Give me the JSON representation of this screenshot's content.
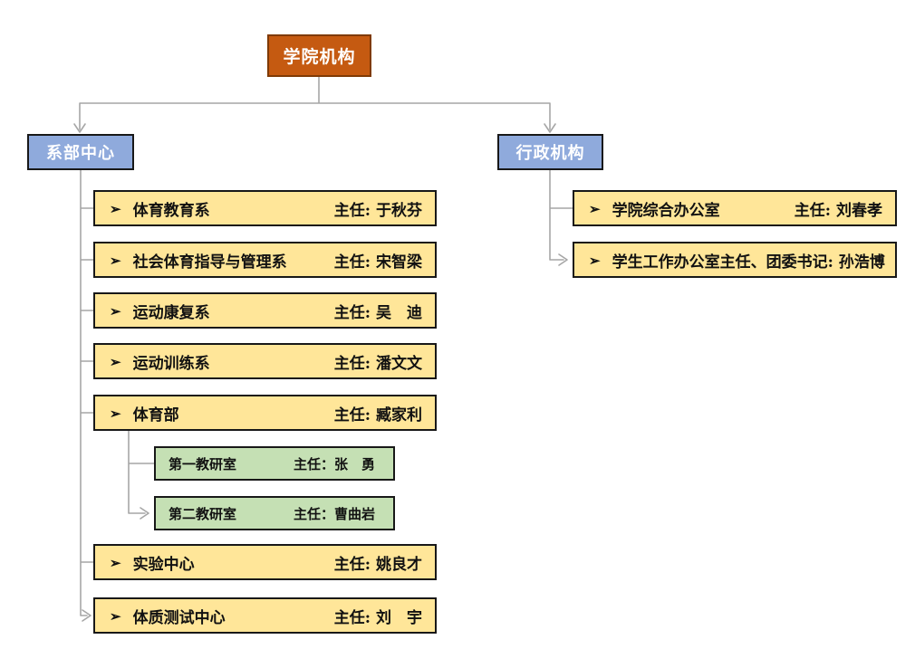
{
  "root": {
    "label": "学院机构"
  },
  "bullet": "➢",
  "branches": {
    "left": {
      "label": "系部中心",
      "items": [
        {
          "name": "体育教育系",
          "role": "主任: 于秋芬"
        },
        {
          "name": "社会体育指导与管理系",
          "role": "主任: 宋智梁"
        },
        {
          "name": "运动康复系",
          "role": "主任: 吴　迪"
        },
        {
          "name": "运动训练系",
          "role": "主任: 潘文文"
        },
        {
          "name": "体育部",
          "role": "主任: 臧家利"
        },
        {
          "name": "实验中心",
          "role": "主任: 姚良才"
        },
        {
          "name": "体质测试中心",
          "role": "主任: 刘　宇"
        }
      ],
      "sub_items": [
        {
          "name": "第一教研室",
          "role": "主任：张　勇"
        },
        {
          "name": "第二教研室",
          "role": "主任：曹曲岩"
        }
      ]
    },
    "right": {
      "label": "行政机构",
      "items": [
        {
          "name": "学院综合办公室",
          "role": "主任: 刘春孝"
        },
        {
          "name": "学生工作办公室主任、团委书记: 孙浩博",
          "role": ""
        }
      ]
    }
  },
  "colors": {
    "root": "#C55A11",
    "root-border": "#7F3A05",
    "branch": "#8FAADC",
    "item": "#FFE699",
    "sub": "#C5E0B4",
    "line": "#A6A6A6"
  }
}
